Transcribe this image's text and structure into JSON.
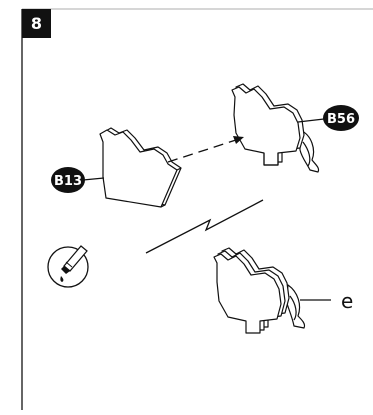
{
  "step": {
    "number": "8"
  },
  "labels": {
    "part_left": "B13",
    "part_right": "B56",
    "callout_e": "e"
  },
  "icons": {
    "glue": "glue-tube-icon"
  },
  "colors": {
    "ink": "#111111",
    "frame": "#c8c8c8",
    "badge_text": "#ffffff"
  }
}
